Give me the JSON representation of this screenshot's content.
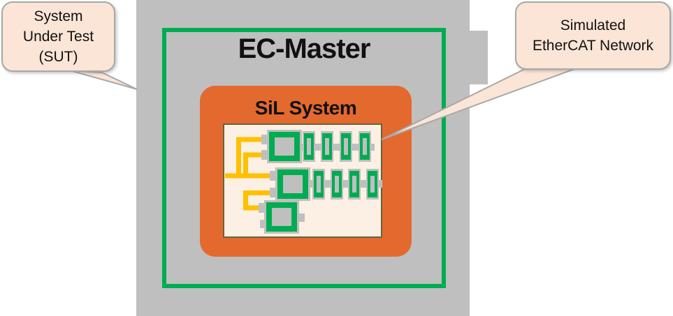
{
  "boxes": {
    "ec_master_label": "EC-Master",
    "sil_system_label": "SiL System"
  },
  "callouts": {
    "sut": {
      "lines": [
        "System",
        "Under Test",
        "(SUT)"
      ]
    },
    "network": {
      "lines": [
        "Simulated",
        "EtherCAT Network"
      ]
    }
  },
  "network_diagram": {
    "segments": [
      {
        "coupler_squares": 1,
        "slave_modules": 4
      },
      {
        "coupler_squares": 1,
        "slave_modules": 4
      },
      {
        "coupler_squares": 1,
        "slave_modules": 0
      }
    ]
  },
  "colors": {
    "box_gray": "#BFBFBF",
    "green": "#00AC52",
    "orange": "#E4692F",
    "cable_yellow": "#FFC000",
    "panel_bg": "#FCF0E4",
    "panel_border": "#64643C",
    "callout_bg": "#FBE5D6",
    "callout_border": "#A8A8A8"
  }
}
